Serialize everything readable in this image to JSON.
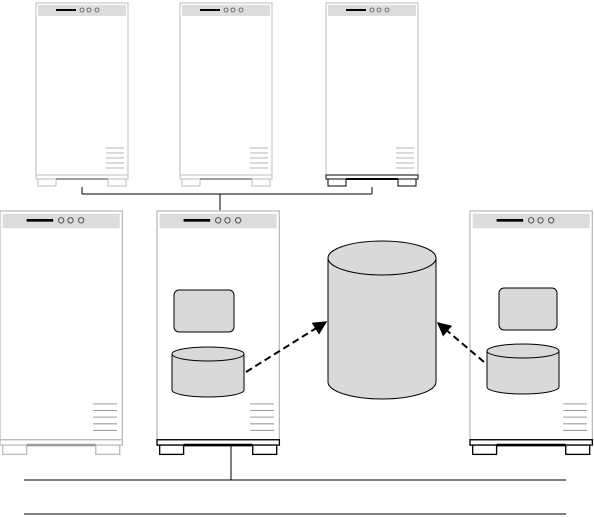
{
  "diagram": {
    "colors": {
      "background": "#ffffff",
      "server_fill": "#ffffff",
      "server_stroke": "#bdbdbd",
      "panel_stripe": "#dcdcdc",
      "shape_fill": "#d9d9d9",
      "line": "#000000"
    },
    "servers": [
      {
        "id": "server-top-1",
        "foot": "light"
      },
      {
        "id": "server-top-2",
        "foot": "light"
      },
      {
        "id": "server-top-3",
        "foot": "dark"
      },
      {
        "id": "server-bottom-1",
        "foot": "light"
      },
      {
        "id": "server-bottom-2",
        "foot": "dark"
      },
      {
        "id": "server-bottom-3",
        "foot": "dark"
      }
    ],
    "icons": [
      "server-icon",
      "database-icon",
      "cpu-box-icon",
      "dashed-arrow-icon",
      "network-bus-line"
    ]
  }
}
